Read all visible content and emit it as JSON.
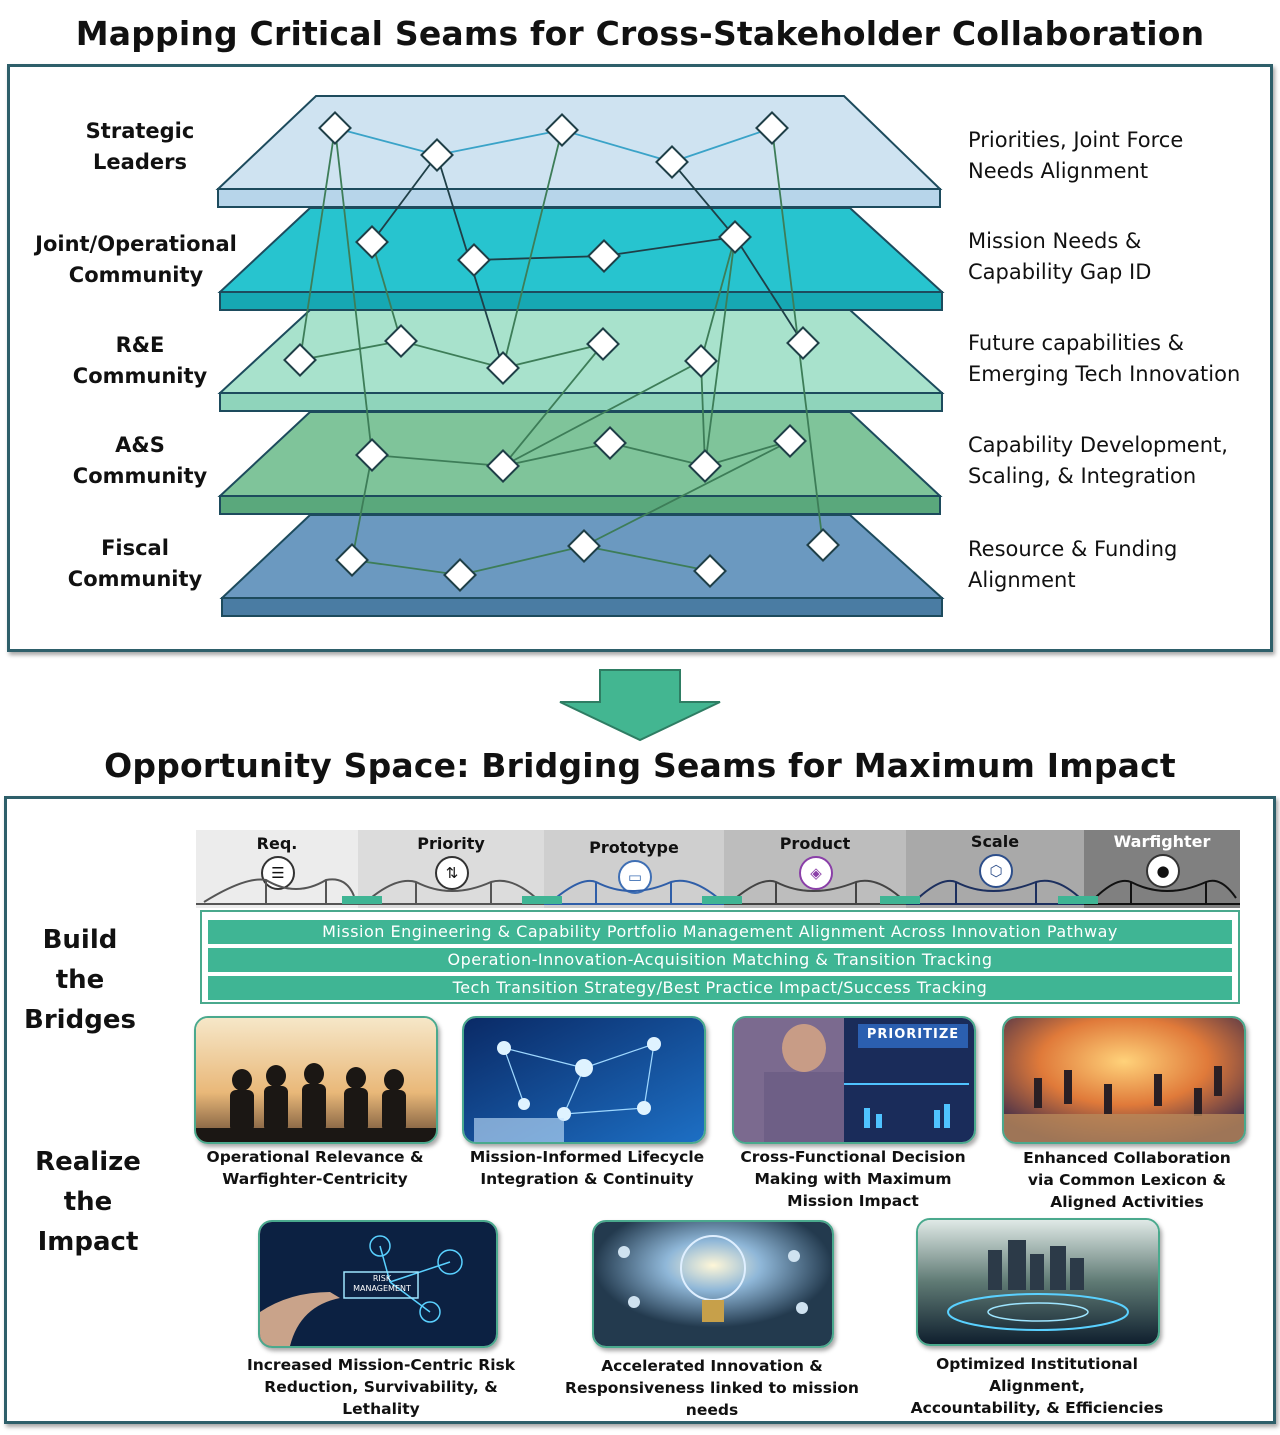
{
  "top": {
    "title": "Mapping Critical Seams for Cross-Stakeholder Collaboration",
    "layers": [
      {
        "name": "Strategic\nLeaders",
        "description": "Priorities, Joint Force\nNeeds Alignment",
        "color": "#cfe3f1"
      },
      {
        "name": "Joint/Operational\nCommunity",
        "description": "Mission Needs &\nCapability Gap ID",
        "color": "#27c4cf"
      },
      {
        "name": "R&E\nCommunity",
        "description": "Future capabilities &\nEmerging Tech Innovation",
        "color": "#a8e2cc"
      },
      {
        "name": "A&S\nCommunity",
        "description": "Capability Development,\nScaling, & Integration",
        "color": "#7fc49a"
      },
      {
        "name": "Fiscal\nCommunity",
        "description": "Resource & Funding\nAlignment",
        "color": "#6b99c0"
      }
    ]
  },
  "bottom": {
    "title": "Opportunity Space: Bridging Seams for Maximum Impact",
    "build_label": "Build the\nBridges",
    "realize_label": "Realize\nthe Impact",
    "pathway": [
      {
        "label": "Req.",
        "icon": "checklist-icon"
      },
      {
        "label": "Priority",
        "icon": "priority-list-icon"
      },
      {
        "label": "Prototype",
        "icon": "prototype-monitor-icon"
      },
      {
        "label": "Product",
        "icon": "product-box-icon"
      },
      {
        "label": "Scale",
        "icon": "network-cube-icon"
      },
      {
        "label": "Warfighter",
        "icon": "people-group-icon"
      }
    ],
    "bridges": [
      "Mission Engineering & Capability Portfolio Management Alignment Across Innovation Pathway",
      "Operation-Innovation-Acquisition Matching & Transition Tracking",
      "Tech Transition Strategy/Best Practice Impact/Success Tracking"
    ],
    "impacts_row1": [
      {
        "caption": "Operational Relevance &\nWarfighter-Centricity"
      },
      {
        "caption": "Mission-Informed Lifecycle\nIntegration & Continuity"
      },
      {
        "caption": "Cross-Functional Decision\nMaking with Maximum\nMission Impact",
        "overlay_text": "PRIORITIZE"
      },
      {
        "caption": "Enhanced Collaboration\nvia Common Lexicon &\nAligned Activities"
      }
    ],
    "impacts_row2": [
      {
        "caption": "Increased Mission-Centric Risk\nReduction, Survivability, & Lethality",
        "overlay_text": "RISK\nMANAGEMENT"
      },
      {
        "caption": "Accelerated Innovation &\nResponsiveness linked to mission needs"
      },
      {
        "caption": "Optimized Institutional Alignment,\nAccountability, & Efficiencies"
      }
    ]
  },
  "colors": {
    "frame": "#2e5f6a",
    "accent_green": "#3fb594",
    "arrow": "#43b691"
  }
}
